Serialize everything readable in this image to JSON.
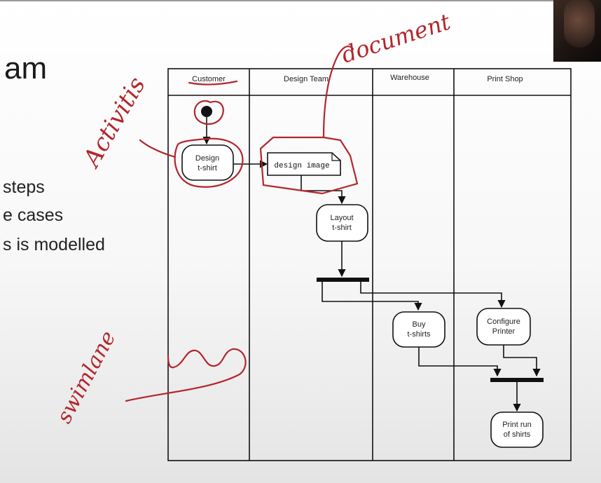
{
  "slide": {
    "title_fragment": "am",
    "bullets": [
      "steps",
      "e cases",
      "s is modelled"
    ]
  },
  "diagram": {
    "swimlanes": [
      "Customer",
      "Design Team",
      "Warehouse",
      "Print Shop"
    ],
    "activities": {
      "design_tshirt": [
        "Design",
        "t-shirt"
      ],
      "layout_tshirt": [
        "Layout",
        "t-shirt"
      ],
      "buy_tshirts": [
        "Buy",
        "t-shirts"
      ],
      "configure_printer": [
        "Configure",
        "Printer"
      ],
      "print_run": [
        "Print run",
        "of shirts"
      ]
    },
    "document": "design image"
  },
  "annotations": {
    "activities": "Activitis",
    "document": "document",
    "swimlane": "swimlane"
  },
  "colors": {
    "ink": "#b3262c",
    "diagram_line": "#111111",
    "webcam_bg": "#1d1512"
  }
}
